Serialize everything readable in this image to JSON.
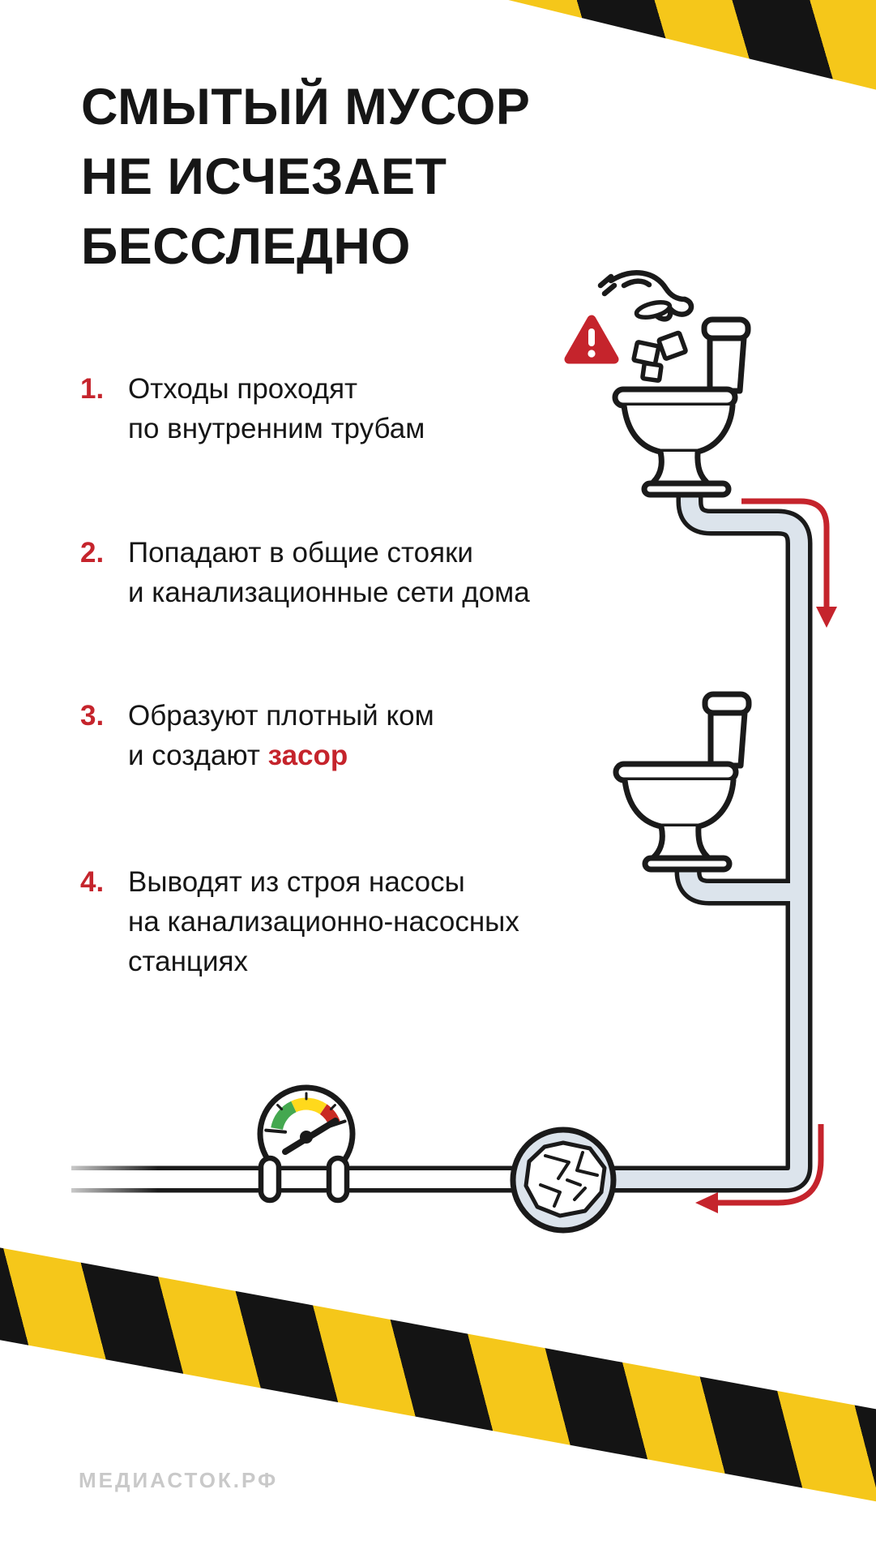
{
  "poster": {
    "title_lines": [
      "СМЫТЫЙ МУСОР",
      "НЕ ИСЧЕЗАЕТ",
      "БЕССЛЕДНО"
    ],
    "steps": [
      {
        "number": "1.",
        "lines": [
          [
            {
              "t": "Отходы проходят"
            }
          ],
          [
            {
              "t": "по внутренним трубам"
            }
          ]
        ]
      },
      {
        "number": "2.",
        "lines": [
          [
            {
              "t": "Попадают в общие стояки"
            }
          ],
          [
            {
              "t": "и канализационные сети дома"
            }
          ]
        ]
      },
      {
        "number": "3.",
        "lines": [
          [
            {
              "t": "Образуют плотный ком"
            }
          ],
          [
            {
              "t": "и создают "
            },
            {
              "t": "засор",
              "red": true
            }
          ]
        ]
      },
      {
        "number": "4.",
        "lines": [
          [
            {
              "t": "Выводят из строя насосы"
            }
          ],
          [
            {
              "t": "на канализационно-насосных"
            }
          ],
          [
            {
              "t": "станциях"
            }
          ]
        ]
      }
    ],
    "footer": "МЕДИАСТОК.РФ",
    "colors": {
      "accent_red": "#C5242C",
      "tape_yellow": "#F5C71A",
      "tape_black": "#141414",
      "text_black": "#161616",
      "pipe_fill": "#DCE4EC",
      "outline": "#1A1A1A",
      "footer_gray": "#C9C9C9",
      "gauge_green": "#44A850",
      "gauge_yellow": "#FFD91C",
      "gauge_red": "#C92A23"
    },
    "icons": {
      "warning": "warning-triangle-icon",
      "hand": "hand-dropping-trash-icon",
      "toilet": "toilet-icon",
      "gauge": "pressure-gauge-icon",
      "clog": "clog-paper-ball-icon",
      "arrow": "flow-arrow-icon",
      "tape": "caution-tape"
    }
  }
}
